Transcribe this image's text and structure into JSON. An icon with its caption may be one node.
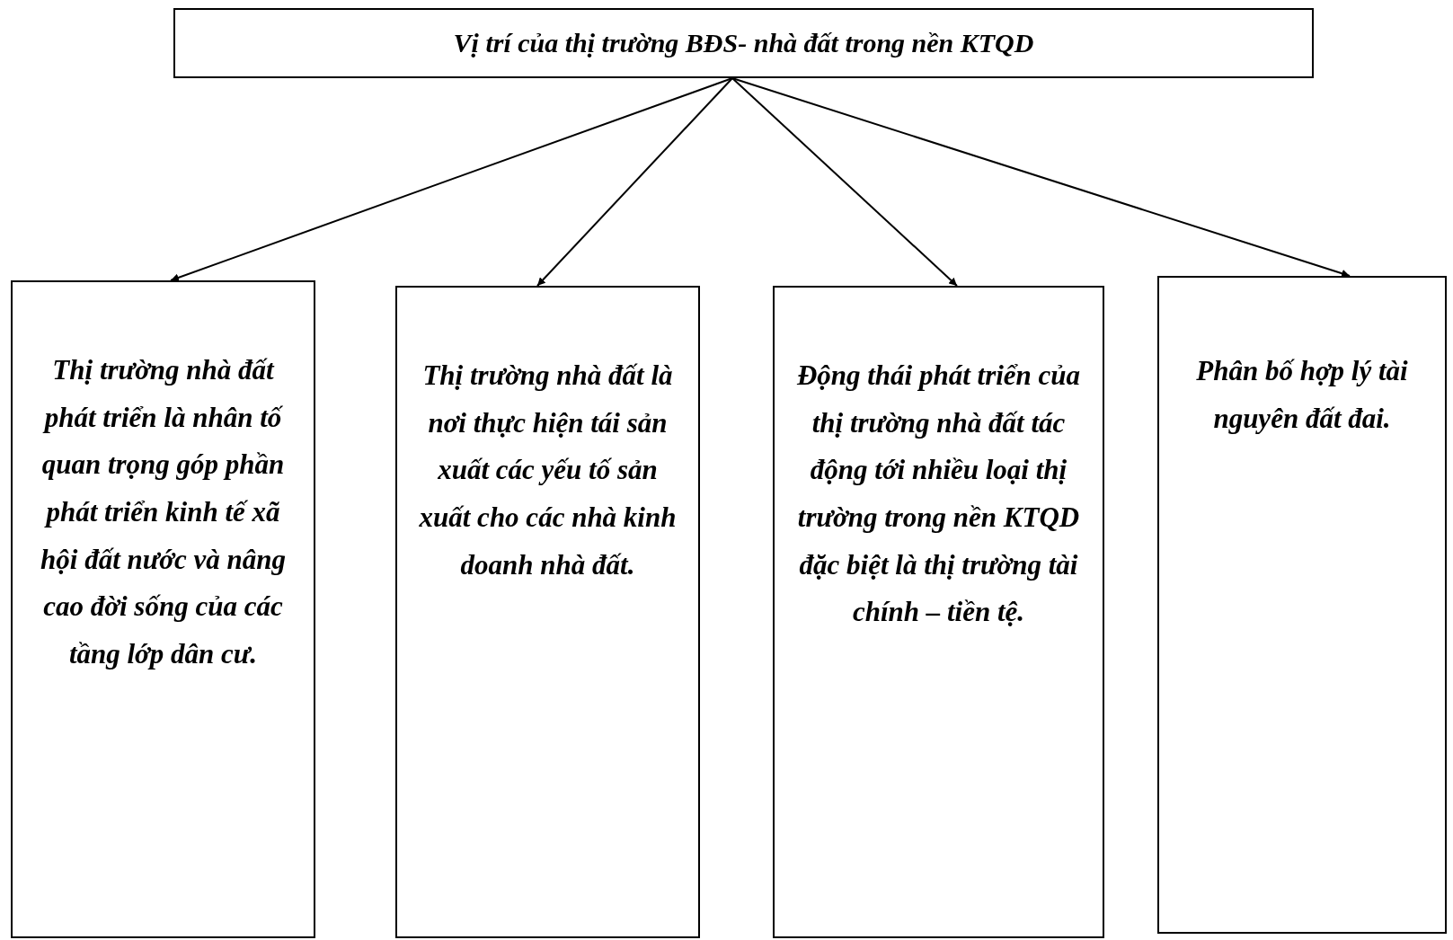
{
  "diagram": {
    "nodes": [
      {
        "text": [
          "Vị trí của thị trường BĐS- nhà đất trong nền KTQD"
        ]
      },
      {
        "text": [
          "Thị trường nhà đất phát triển là nhân tố quan trọng góp phần phát triển kinh tế xã hội đất nước và nâng cao đời sống của các tầng lớp dân cư."
        ]
      },
      {
        "text": [
          "Thị trường nhà đất là nơi thực hiện tái sản xuất các yếu tố sản xuất cho các nhà kinh doanh nhà đất."
        ]
      },
      {
        "text": [
          "Động thái phát triển của thị trường nhà đất tác động tới nhiều loại thị trường trong nền KTQD đặc biệt là thị trường tài chính – tiền tệ."
        ]
      },
      {
        "text": [
          "Phân bố hợp lý tài nguyên đất đai."
        ]
      }
    ],
    "edges": [
      {
        "from": 0,
        "to": 1,
        "arrow": "to"
      },
      {
        "from": 0,
        "to": 2,
        "arrow": "to"
      },
      {
        "from": 0,
        "to": 3,
        "arrow": "to"
      },
      {
        "from": 0,
        "to": 4,
        "arrow": "to"
      }
    ]
  }
}
